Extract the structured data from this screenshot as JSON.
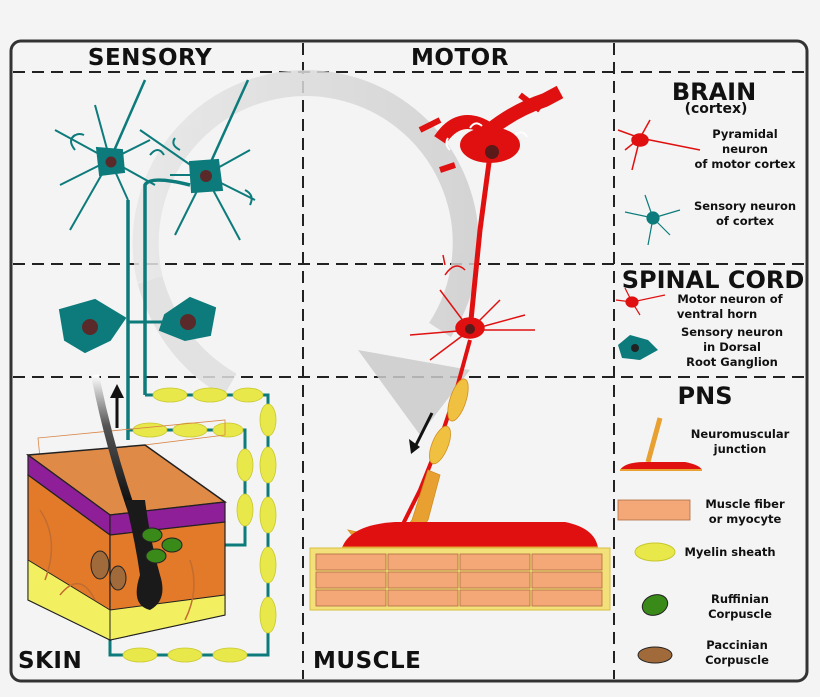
{
  "headers": {
    "sensory": "SENSORY",
    "motor": "MOTOR",
    "skin": "SKIN",
    "muscle": "MUSCLE"
  },
  "legend": {
    "brain": {
      "title": "BRAIN",
      "subtitle": "(cortex)"
    },
    "pyramidal": [
      "Pyramidal",
      "neuron",
      "of motor cortex"
    ],
    "sensory_cortex": [
      "Sensory neuron",
      "of cortex"
    ],
    "spinal": {
      "title": "SPINAL CORD"
    },
    "motor_ventral": [
      "Motor neuron of",
      "ventral horn"
    ],
    "sensory_drg": [
      "Sensory neuron",
      "in Dorsal",
      "Root Ganglion"
    ],
    "pns": {
      "title": "PNS"
    },
    "nmj": [
      "Neuromuscular",
      "junction"
    ],
    "muscle_fiber": [
      "Muscle fiber",
      "or myocyte"
    ],
    "myelin": [
      "Myelin sheath"
    ],
    "ruffinian": [
      "Ruffinian",
      "Corpuscle"
    ],
    "paccinian": [
      "Paccinian",
      "Corpuscle"
    ]
  },
  "colors": {
    "sensory": "#0d7b7b",
    "motor": "#e01010",
    "myelin": "#e8e84a",
    "muscle": "#f4a878",
    "skin_top": "#d98546",
    "dermis": "#8f1f98",
    "fat": "#f2f060",
    "loop_arrow": "#d2d2d2"
  }
}
